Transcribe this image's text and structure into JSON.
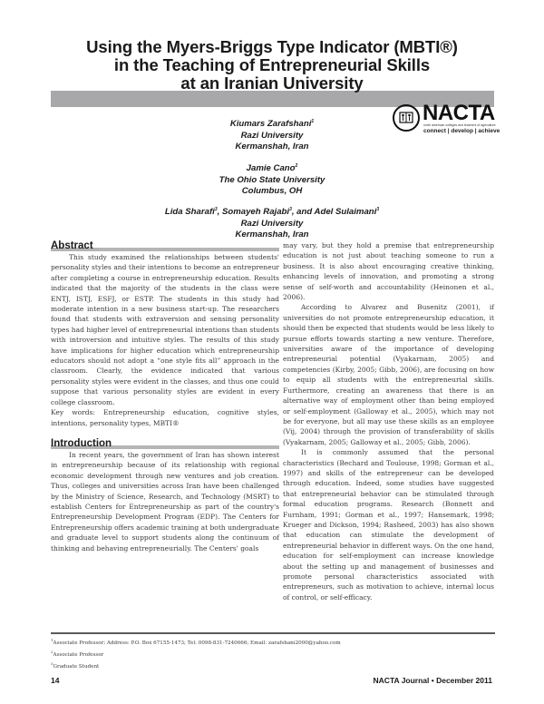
{
  "title": {
    "lines": [
      "Using the Myers-Briggs Type Indicator (MBTI®)",
      "in the Teaching of Entrepreneurial Skills",
      "at an Iranian University"
    ]
  },
  "logo": {
    "wordmark": "NACTA",
    "fine_print": "north american colleges and teachers of agriculture",
    "tagline": "connect | develop | achieve"
  },
  "authors": [
    {
      "name": "Kiumars Zarafshani",
      "sup": "1",
      "affiliation": "Razi University",
      "location": "Kermanshah, Iran"
    },
    {
      "name": "Jamie Cano",
      "sup": "2",
      "affiliation": "The Ohio State University",
      "location": "Columbus, OH"
    },
    {
      "names": [
        {
          "name": "Lida Sharafi",
          "sup": "3",
          "sep": ", "
        },
        {
          "name": "Somayeh Rajabi",
          "sup": "3",
          "sep": ", and "
        },
        {
          "name": "Adel Sulaimani",
          "sup": "3",
          "sep": ""
        }
      ],
      "affiliation": "Razi University",
      "location": "Kermanshah, Iran"
    }
  ],
  "abstract": {
    "heading": "Abstract",
    "body": "This study examined the relationships between students' personality styles and their intentions to become an entrepreneur after completing a course in entrepreneurship education. Results indicated that the majority of the students in the class were ENTJ, ISTJ, ESFJ, or ESTP. The students in this study had moderate intention in a new business start-up. The researchers found that students with extraversion and sensing personality types had higher level of entrepreneurial intentions than students with introversion and intuitive styles. The results of this study have implications for higher education which entrepreneurship educators should not adopt a “one style fits all” approach in the classroom. Clearly, the evidence indicated that various personality styles were evident in the classes, and thus one could suppose that various personality styles are evident in every college classroom.",
    "keywords": "Key words: Entrepreneurship education, cognitive styles, intentions, personality types, MBTI®"
  },
  "introduction": {
    "heading": "Introduction",
    "paragraphs": [
      "In recent years, the government of Iran has shown interest in entrepreneurship because of its relationship with regional economic development through new ventures and job creation. Thus, colleges and universities across Iran have been challenged by the Ministry of Science, Research, and Technology (MSRT) to establish Centers for Entrepreneurship as part of the country's Entrepreneurship Development Program (EDP). The Centers for Entrepreneurship offers academic training at both undergraduate and graduate level to support students along the continuum of thinking and behaving entrepreneurially. The Centers' goals"
    ]
  },
  "right_column": {
    "paragraphs": [
      "may vary, but they hold a premise that entrepreneurship education is not just about teaching someone to run a business. It is also about encouraging creative thinking, enhancing levels of innovation, and promoting a strong sense of self-worth and accountability (Heinonen et al., 2006).",
      "According to Alvarez and Busenitz (2001), if universities do not promote entrepreneurship education, it should then be expected that students would be less likely to pursue efforts towards starting a new venture. Therefore, universities aware of the importance of developing entrepreneurial potential (Vyakarnam, 2005) and competencies (Kirby, 2005; Gibb, 2006), are focusing on how to equip all students with the entrepreneurial skills. Furthermore, creating an awareness that there is an alternative way of employment other than being employed or self-employment (Galloway et al., 2005), which may not be for everyone, but all may use these skills as an employee (Vij, 2004) through the provision of transferability of skills (Vyakarnam, 2005; Galloway et al., 2005; Gibb, 2006).",
      "It is commonly assumed that the personal characteristics (Bechard and Toulouse, 1998; Gorman et al., 1997) and skills of the entrepreneur can be developed through education. Indeed, some studies have suggested that entrepreneurial behavior can be stimulated through formal education programs. Research (Bonnett and Furnham, 1991; Gorman et al., 1997; Hansemark, 1998; Krueger and Dickson, 1994; Rasheed, 2003) has also shown that education can stimulate the development of entrepreneurial behavior in different ways. On the one hand, education for self-employment can increase knowledge about the setting up and management of businesses and promote personal characteristics associated with entrepreneurs, such as motivation to achieve, internal locus of control, or self-efficacy."
    ]
  },
  "footnotes": [
    {
      "sup": "1",
      "text": "Associate Professor; Address: P.O. Box 67155-1473; Tel: 0098-831-7240666; Email: zarafshani2000@yahoo.com"
    },
    {
      "sup": "2",
      "text": "Associate Professor"
    },
    {
      "sup": "3",
      "text": "Graduate Student"
    }
  ],
  "footer": {
    "page_number": "14",
    "journal": "NACTA Journal • December 2011"
  }
}
